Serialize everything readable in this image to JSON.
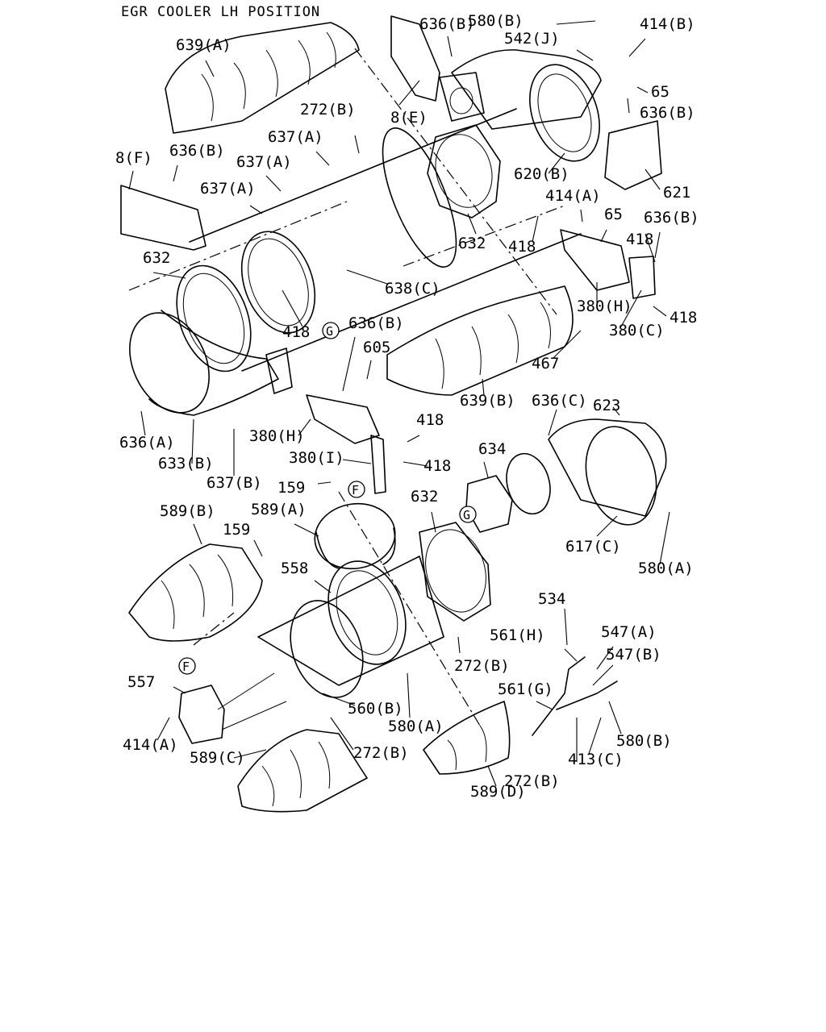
{
  "title": "EGR COOLER LH POSITION",
  "callouts": [
    "639(A)",
    "636(B)",
    "580(B)",
    "414(B)",
    "542(J)",
    "65",
    "636(B)",
    "272(B)",
    "637(A)",
    "8(E)",
    "8(F)",
    "636(B)",
    "637(A)",
    "637(A)",
    "620(B)",
    "621",
    "414(A)",
    "65",
    "636(B)",
    "418",
    "418",
    "632",
    "632",
    "638(C)",
    "418",
    "380(H)",
    "418",
    "380(C)",
    "636(B)",
    "605",
    "467",
    "639(B)",
    "623",
    "636(C)",
    "636(A)",
    "380(H)",
    "418",
    "633(B)",
    "380(I)",
    "418",
    "634",
    "637(B)",
    "159",
    "632",
    "589(B)",
    "589(A)",
    "617(C)",
    "159",
    "580(A)",
    "558",
    "534",
    "547(A)",
    "561(H)",
    "547(B)",
    "272(B)",
    "557",
    "561(G)",
    "560(B)",
    "580(A)",
    "414(A)",
    "272(B)",
    "580(B)",
    "589(C)",
    "413(C)",
    "272(B)",
    "589(D)"
  ],
  "ref_marks": [
    "G",
    "F",
    "G",
    "F"
  ]
}
